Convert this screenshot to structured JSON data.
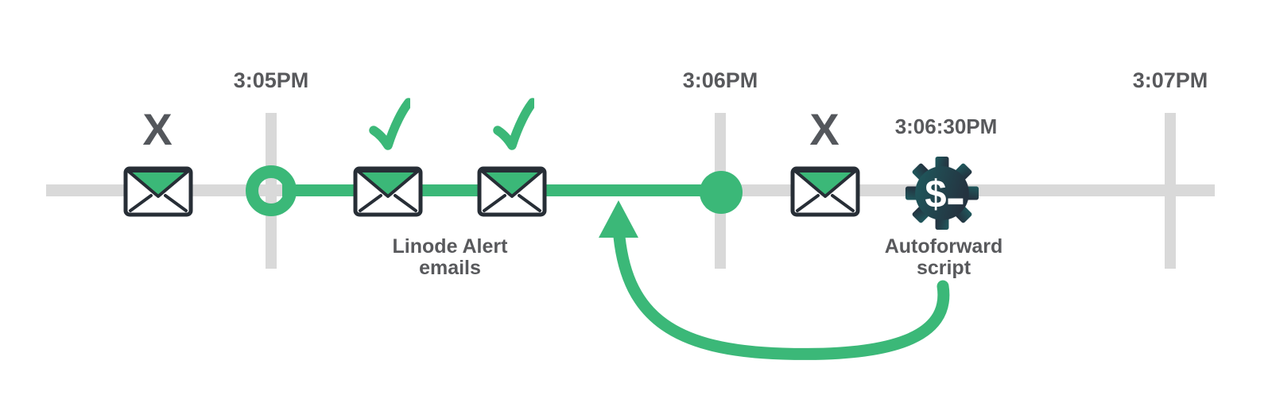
{
  "colors": {
    "accent_green": "#3bb878",
    "timeline_gray": "#d9d9d9",
    "label_gray": "#58595c",
    "x_mark_gray": "#54575c",
    "envelope_outline": "#272e36",
    "gear_gradient_left": "#1f5a5e",
    "gear_gradient_right": "#243340"
  },
  "timeline": {
    "tick_labels": [
      "3:05PM",
      "3:06PM",
      "3:07PM"
    ],
    "script_time_label": "3:06:30PM"
  },
  "markers": {
    "failed_left": "X",
    "failed_right": "X"
  },
  "labels": {
    "alert_line1": "Linode Alert",
    "alert_line2": "emails",
    "script_line1": "Autoforward",
    "script_line2": "script"
  },
  "icons": {
    "email": "envelope-icon",
    "delivered": "checkmark-icon",
    "failed": "x-mark",
    "script": "gear-dollar-icon",
    "loop": "curved-arrow-icon",
    "gear_glyph": "$"
  }
}
